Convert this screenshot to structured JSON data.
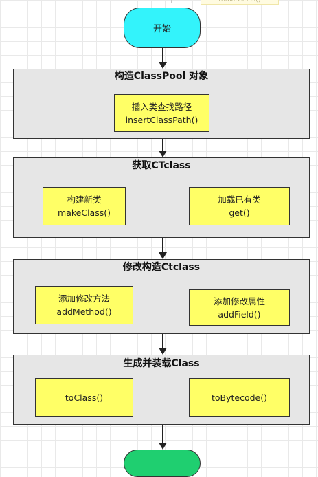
{
  "top_fragment": "makeClass()",
  "start_label": "开始",
  "sections": [
    {
      "title": "构造ClassPool 对象",
      "boxes": [
        {
          "line1": "插入类查找路径",
          "line2": "insertClassPath()"
        }
      ]
    },
    {
      "title": "获取CTclass",
      "boxes": [
        {
          "line1": "构建新类",
          "line2": "makeClass()"
        },
        {
          "line1": "加载已有类",
          "line2": "get()"
        }
      ]
    },
    {
      "title": "修改构造Ctclass",
      "boxes": [
        {
          "line1": "添加修改方法",
          "line2": "addMethod()"
        },
        {
          "line1": "添加修改属性",
          "line2": "addField()"
        }
      ]
    },
    {
      "title": "生成并装载Class",
      "boxes": [
        {
          "line1": "toClass()"
        },
        {
          "line1": "toBytecode()"
        }
      ]
    }
  ]
}
